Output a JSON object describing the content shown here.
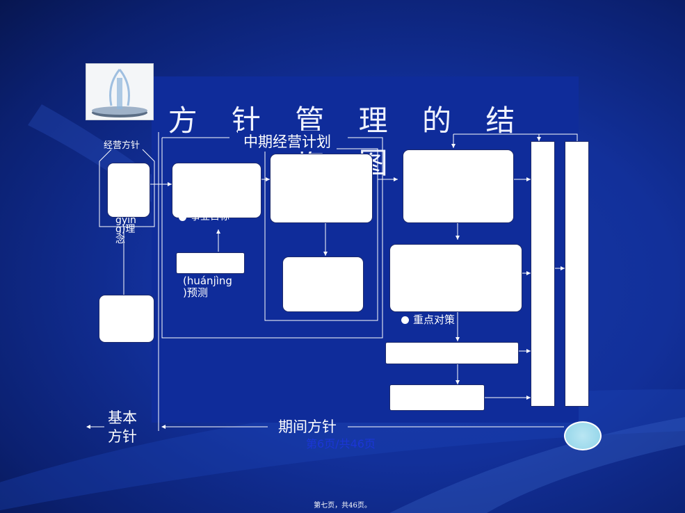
{
  "title": "方 针 管 理 的 结 构 图",
  "labels": {
    "business_policy": "经营方针",
    "mid_term_plan": "中期经营计划",
    "concept_fragment_1": "gyīn",
    "concept_fragment_2": "g)理",
    "concept_fragment_3": "念",
    "goal_partial": "事业目标",
    "env_pinyin": "(huánjìng",
    "env_forecast": ")预测",
    "key_measures": "重点对策",
    "basic_policy_1": "基本",
    "basic_policy_2": "方针",
    "period_policy": "期间方针",
    "page_info": "第6页/共46页",
    "footer": "第七页，共46页。"
  },
  "colors": {
    "background": "#0b2070",
    "panel": "#0f2c9a",
    "box": "#ffffff",
    "line": "#ffffff",
    "page_info": "#1b36d6"
  }
}
